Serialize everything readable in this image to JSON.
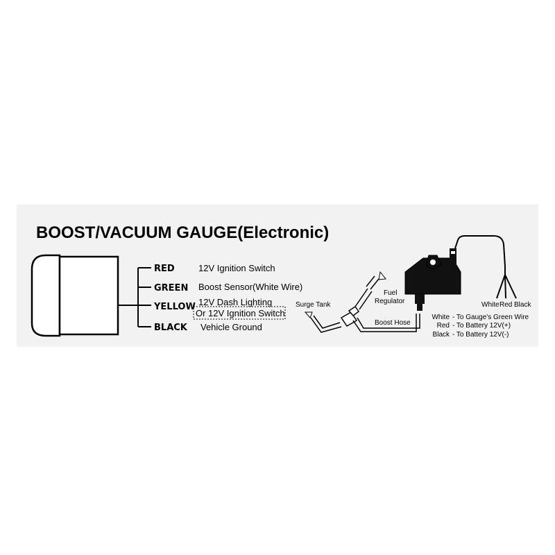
{
  "title": "BOOST/VACUUM GAUGE(Electronic)",
  "wires": [
    {
      "color": "RED",
      "description": "12V Ignition Switch"
    },
    {
      "color": "GREEN",
      "description": "Boost Sensor(White Wire)"
    },
    {
      "color": "YELLOW",
      "description": "12V Dash Lighting",
      "alt_description": "Or 12V Ignition Switch"
    },
    {
      "color": "BLACK",
      "description": "Vehicle Ground"
    }
  ],
  "plumbing": {
    "surge_tank": "Surge Tank",
    "fuel_regulator_line1": "Fuel",
    "fuel_regulator_line2": "Regulator",
    "boost_hose": "Boost Hose"
  },
  "sensor_wires": {
    "labels": [
      "White",
      "Red",
      "Black"
    ],
    "legend": [
      {
        "wire": "White",
        "target": "- To Gauge's Green Wire"
      },
      {
        "wire": "Red",
        "target": "- To Battery 12V(+)"
      },
      {
        "wire": "Black",
        "target": "- To Battery 12V(-)"
      }
    ]
  },
  "colors": {
    "background": "#ffffff",
    "panel": "#f2f2f2",
    "ink": "#000000"
  }
}
